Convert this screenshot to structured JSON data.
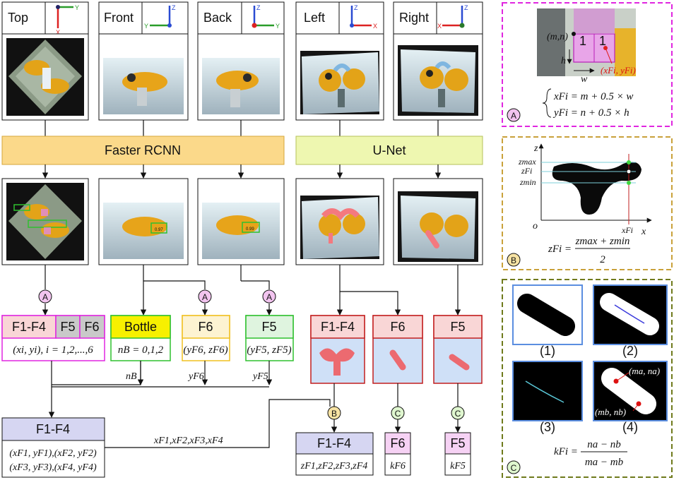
{
  "views": {
    "top": "Top",
    "front": "Front",
    "back": "Back",
    "left": "Left",
    "right": "Right"
  },
  "axis_letters": {
    "x": "X",
    "y": "Y",
    "z": "Z"
  },
  "modules": {
    "faster_rcnn": "Faster RCNN",
    "unet": "U-Net"
  },
  "detection_scores": {
    "front": "0.97",
    "back": "0.99"
  },
  "markers": {
    "a": "A",
    "b": "B",
    "c": "C"
  },
  "boxes": {
    "top": {
      "f1f4": "F1-F4",
      "f5": "F5",
      "f6": "F6",
      "formula": "(xi, yi), i = 1,2,...,6"
    },
    "bottle": {
      "title": "Bottle",
      "formula": "nB = 0,1,2"
    },
    "f6": {
      "title": "F6",
      "formula": "(yF6, zF6)"
    },
    "f5": {
      "title": "F5",
      "formula": "(yF5, zF5)"
    },
    "seg_f1f4": {
      "title": "F1-F4"
    },
    "seg_f6": {
      "title": "F6"
    },
    "seg_f5": {
      "title": "F5"
    }
  },
  "arrows": {
    "nb": "nB",
    "yf6": "yF6",
    "yf5": "yF5",
    "xf": "xF1,xF2,xF3,xF4"
  },
  "outputs": {
    "xy": {
      "title": "F1-F4",
      "line1": "(xF1, yF1),(xF2, yF2)",
      "line2": "(xF3, yF3),(xF4, yF4)"
    },
    "z": {
      "title": "F1-F4",
      "formula": "zF1,zF2,zF3,zF4"
    },
    "kf6": {
      "title": "F6",
      "formula": "kF6"
    },
    "kf5": {
      "title": "F5",
      "formula": "kF5"
    }
  },
  "panel_a": {
    "label_mn": "(m,n)",
    "label_h": "h",
    "label_w": "w",
    "label_1a": "1",
    "label_1b": "1",
    "label_xy": "(xFi, yFi)",
    "eq1": "xFi = m + 0.5 × w",
    "eq2": "yFi = n + 0.5 × h"
  },
  "panel_b": {
    "axis_z": "z",
    "axis_x": "x",
    "origin": "o",
    "zmax": "zmax",
    "zfi": "zFi",
    "zmin": "zmin",
    "xfi": "xFi",
    "eq_lhs": "zFi =",
    "eq_num": "zmax + zmin",
    "eq_den": "2"
  },
  "panel_c": {
    "sub1": "(1)",
    "sub2": "(2)",
    "sub3": "(3)",
    "sub4": "(4)",
    "ma_na": "(ma, na)",
    "mb_nb": "(mb, nb)",
    "eq_lhs": "kFi =",
    "eq_num": "na − nb",
    "eq_den": "ma − mb"
  },
  "colors": {
    "magenta": "#e026e0",
    "green": "#2fc02f",
    "yellow_border": "#f0c020",
    "red": "#c21f1f",
    "lavender": "#d6d6f2",
    "faster_rcnn_fill": "#fbd98a",
    "unet_fill": "#eef7b0",
    "dash_a": "#e026e0",
    "dash_b": "#c9a13a",
    "dash_c": "#6f7a1c"
  }
}
